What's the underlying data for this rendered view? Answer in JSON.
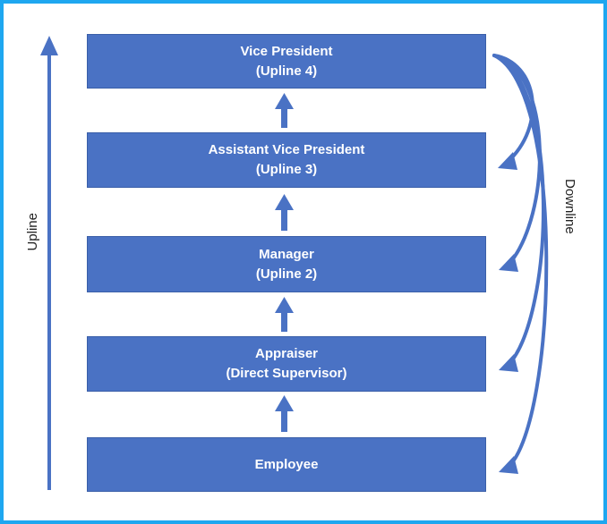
{
  "boxes": [
    {
      "line1": "Vice President",
      "line2": "(Upline 4)"
    },
    {
      "line1": "Assistant Vice President",
      "line2": "(Upline 3)"
    },
    {
      "line1": "Manager",
      "line2": "(Upline 2)"
    },
    {
      "line1": "Appraiser",
      "line2": "(Direct Supervisor)"
    },
    {
      "line1": "Employee",
      "line2": ""
    }
  ],
  "side_labels": {
    "left": "Upline",
    "right": "Downline"
  },
  "colors": {
    "box": "#4a72c4",
    "arrow": "#4a72c4",
    "frame": "#1ea7f0",
    "text": "#ffffff"
  }
}
